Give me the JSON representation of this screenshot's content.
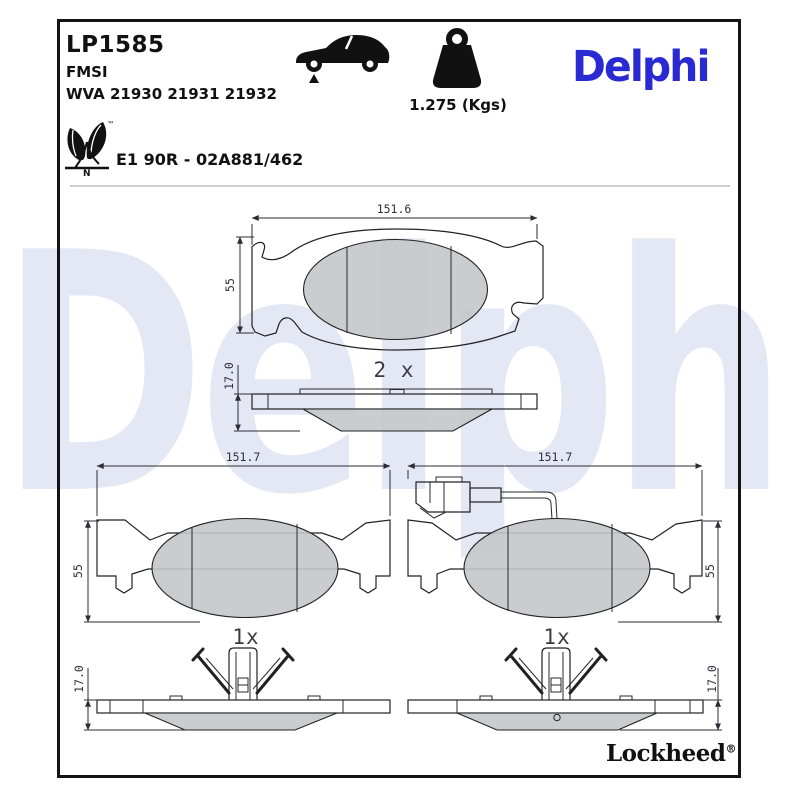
{
  "header": {
    "part_number": "LP1585",
    "standard_label": "FMSI",
    "wva_numbers": "WVA 21930 21931 21932",
    "weight_label": "1.275 (Kgs)",
    "brand_logo": "Delphi",
    "homologation": "E1 90R - 02A881/462",
    "leaf_trademark": "™",
    "leaf_letter": "N"
  },
  "drawings": {
    "top_pad": {
      "width": "151.6",
      "height": "55",
      "thickness": "17.0",
      "quantity": "2 x"
    },
    "bottom_left_pad": {
      "width": "151.7",
      "height": "55",
      "thickness": "17.0",
      "quantity": "1x"
    },
    "bottom_right_pad": {
      "width": "151.7",
      "height": "55",
      "thickness": "17.0",
      "quantity": "1x"
    }
  },
  "watermark_text": "Delphi",
  "footer": {
    "brand": "Lockheed",
    "registered_mark": "®"
  },
  "colors": {
    "brand_blue": "#2a2ad2",
    "watermark_blue": "#e3e8f4",
    "friction_gray": "#c5c6ca",
    "line_black": "#222222"
  }
}
